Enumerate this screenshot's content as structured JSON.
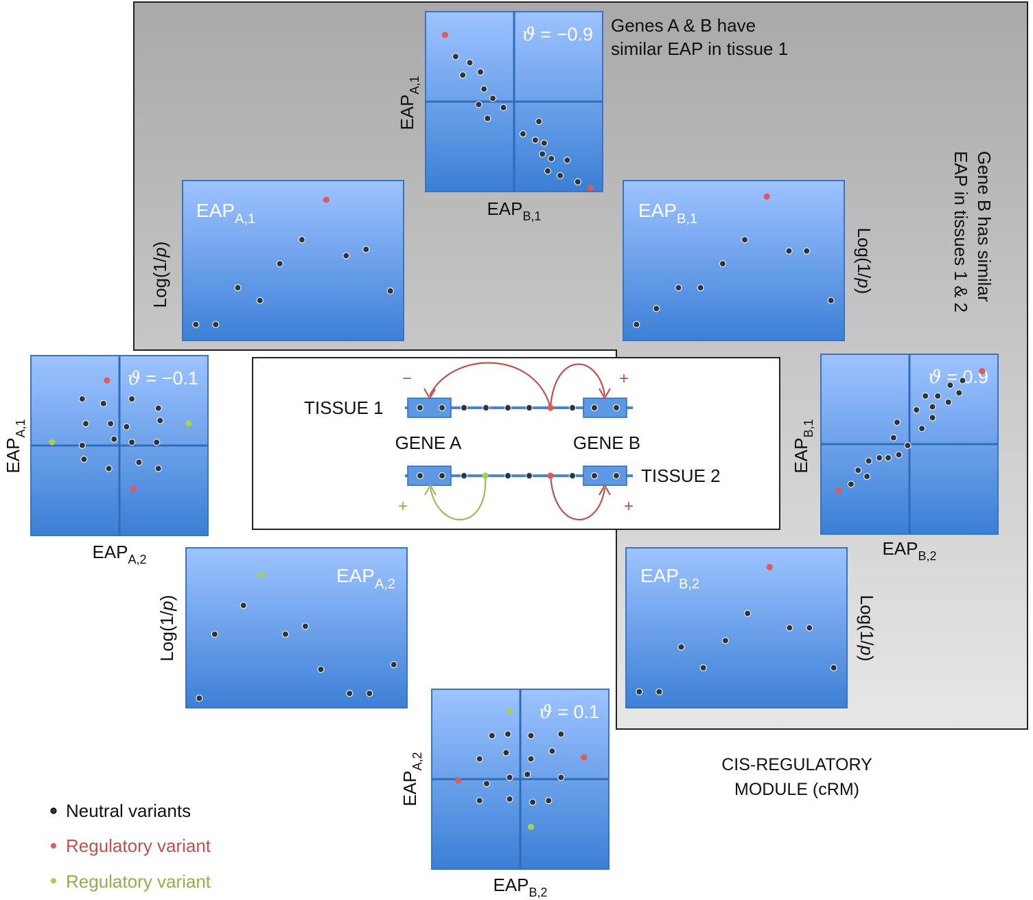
{
  "annotations": {
    "top_note_line1": "Genes A & B have",
    "top_note_line2": "similar EAP in tissue 1",
    "right_note_line1": "Gene B has similar",
    "right_note_line2": "EAP in tissues 1 & 2",
    "crm_line1": "CIS-REGULATORY",
    "crm_line2": "MODULE (cRM)"
  },
  "center_diagram": {
    "tissue1_label": "TISSUE 1",
    "tissue2_label": "TISSUE 2",
    "gene_a_label": "GENE A",
    "gene_b_label": "GENE B",
    "tissue1_left_sign": "−",
    "tissue1_right_sign": "+",
    "tissue2_left_sign": "+",
    "tissue2_right_sign": "+"
  },
  "legend": [
    {
      "label": "Neutral variants",
      "color": "#1a1a1a"
    },
    {
      "label": "Regulatory variant",
      "color": "#c0504d"
    },
    {
      "label": "Regulatory variant",
      "color": "#9bbb59"
    }
  ],
  "colors": {
    "neutral": "#333333",
    "regulatory_red": "#e05a5a",
    "regulatory_green": "#a6d052",
    "panel_top": "#9ec3ff",
    "panel_bottom": "#3a7fd5",
    "axis_line": "#2e6bb8",
    "red_text": "#c0504d",
    "green_text": "#8db04a"
  },
  "theta_prefix": "ϑ",
  "panels": {
    "top_scatter": {
      "theta": "= −0.9",
      "y_main": "EAP",
      "y_sub": "A,1",
      "x_main": "EAP",
      "x_sub": "B,1",
      "points": [
        [
          0.11,
          0.15,
          "r"
        ],
        [
          0.17,
          0.29,
          "n"
        ],
        [
          0.25,
          0.33,
          "n"
        ],
        [
          0.21,
          0.41,
          "n"
        ],
        [
          0.31,
          0.39,
          "n"
        ],
        [
          0.33,
          0.5,
          "n"
        ],
        [
          0.38,
          0.56,
          "n"
        ],
        [
          0.3,
          0.6,
          "n"
        ],
        [
          0.44,
          0.62,
          "n"
        ],
        [
          0.35,
          0.69,
          "n"
        ],
        [
          0.64,
          0.71,
          "n"
        ],
        [
          0.55,
          0.79,
          "n"
        ],
        [
          0.62,
          0.83,
          "n"
        ],
        [
          0.67,
          0.85,
          "n"
        ],
        [
          0.66,
          0.92,
          "n"
        ],
        [
          0.71,
          0.95,
          "n"
        ],
        [
          0.8,
          0.96,
          "n"
        ],
        [
          0.69,
          1.03,
          "n"
        ],
        [
          0.76,
          1.06,
          "n"
        ],
        [
          0.86,
          1.1,
          "n"
        ],
        [
          0.93,
          1.14,
          "r"
        ]
      ]
    },
    "left_scatter": {
      "theta": "= −0.1",
      "y_main": "EAP",
      "y_sub": "A,1",
      "x_main": "EAP",
      "x_sub": "A,2",
      "points": [
        [
          0.43,
          0.16,
          "r"
        ],
        [
          0.29,
          0.28,
          "n"
        ],
        [
          0.41,
          0.31,
          "n"
        ],
        [
          0.57,
          0.28,
          "n"
        ],
        [
          0.72,
          0.34,
          "n"
        ],
        [
          0.31,
          0.44,
          "n"
        ],
        [
          0.45,
          0.44,
          "n"
        ],
        [
          0.54,
          0.46,
          "n"
        ],
        [
          0.73,
          0.42,
          "n"
        ],
        [
          0.89,
          0.44,
          "g"
        ],
        [
          0.12,
          0.56,
          "g"
        ],
        [
          0.29,
          0.58,
          "n"
        ],
        [
          0.47,
          0.54,
          "n"
        ],
        [
          0.57,
          0.56,
          "n"
        ],
        [
          0.71,
          0.56,
          "n"
        ],
        [
          0.3,
          0.67,
          "n"
        ],
        [
          0.61,
          0.69,
          "n"
        ],
        [
          0.44,
          0.73,
          "n"
        ],
        [
          0.72,
          0.73,
          "n"
        ],
        [
          0.58,
          0.86,
          "r"
        ]
      ]
    },
    "right_scatter": {
      "theta": "= 0.9",
      "y_main": "EAP",
      "y_sub": "B,1",
      "x_main": "EAP",
      "x_sub": "B,2",
      "points": [
        [
          0.91,
          0.11,
          "r"
        ],
        [
          0.8,
          0.17,
          "n"
        ],
        [
          0.73,
          0.2,
          "n"
        ],
        [
          0.78,
          0.25,
          "n"
        ],
        [
          0.59,
          0.27,
          "n"
        ],
        [
          0.66,
          0.27,
          "n"
        ],
        [
          0.54,
          0.36,
          "n"
        ],
        [
          0.63,
          0.34,
          "n"
        ],
        [
          0.72,
          0.31,
          "n"
        ],
        [
          0.63,
          0.41,
          "n"
        ],
        [
          0.43,
          0.44,
          "n"
        ],
        [
          0.57,
          0.48,
          "n"
        ],
        [
          0.41,
          0.54,
          "n"
        ],
        [
          0.49,
          0.59,
          "n"
        ],
        [
          0.44,
          0.65,
          "n"
        ],
        [
          0.27,
          0.69,
          "n"
        ],
        [
          0.33,
          0.67,
          "n"
        ],
        [
          0.38,
          0.67,
          "n"
        ],
        [
          0.21,
          0.75,
          "n"
        ],
        [
          0.26,
          0.79,
          "n"
        ],
        [
          0.17,
          0.84,
          "n"
        ],
        [
          0.1,
          0.88,
          "r"
        ]
      ]
    },
    "bottom_scatter": {
      "theta": "= 0.1",
      "y_main": "EAP",
      "y_sub": "A,2",
      "x_main": "EAP",
      "x_sub": "B,2",
      "points": [
        [
          0.44,
          0.14,
          "g"
        ],
        [
          0.34,
          0.3,
          "n"
        ],
        [
          0.43,
          0.29,
          "n"
        ],
        [
          0.56,
          0.3,
          "n"
        ],
        [
          0.73,
          0.29,
          "n"
        ],
        [
          0.27,
          0.45,
          "n"
        ],
        [
          0.42,
          0.41,
          "n"
        ],
        [
          0.56,
          0.45,
          "n"
        ],
        [
          0.68,
          0.4,
          "n"
        ],
        [
          0.86,
          0.44,
          "r"
        ],
        [
          0.15,
          0.59,
          "r"
        ],
        [
          0.31,
          0.61,
          "n"
        ],
        [
          0.44,
          0.57,
          "n"
        ],
        [
          0.54,
          0.55,
          "n"
        ],
        [
          0.73,
          0.57,
          "n"
        ],
        [
          0.27,
          0.72,
          "n"
        ],
        [
          0.44,
          0.71,
          "n"
        ],
        [
          0.57,
          0.73,
          "n"
        ],
        [
          0.66,
          0.72,
          "n"
        ],
        [
          0.56,
          0.89,
          "g"
        ]
      ]
    },
    "manhattan_a1": {
      "title_main": "EAP",
      "title_sub": "A,1",
      "y_label": "Log(1/",
      "y_italic": "p",
      "y_close": ")",
      "points": [
        [
          0.06,
          0.9,
          "n"
        ],
        [
          0.15,
          0.9,
          "n"
        ],
        [
          0.25,
          0.67,
          "n"
        ],
        [
          0.35,
          0.75,
          "n"
        ],
        [
          0.44,
          0.52,
          "n"
        ],
        [
          0.54,
          0.37,
          "n"
        ],
        [
          0.65,
          0.12,
          "r"
        ],
        [
          0.74,
          0.47,
          "n"
        ],
        [
          0.83,
          0.43,
          "n"
        ],
        [
          0.94,
          0.69,
          "n"
        ]
      ]
    },
    "manhattan_b1": {
      "title_main": "EAP",
      "title_sub": "B,1",
      "y_label": "Log(1/",
      "y_italic": "p",
      "y_close": ")",
      "points": [
        [
          0.06,
          0.9,
          "n"
        ],
        [
          0.15,
          0.8,
          "n"
        ],
        [
          0.25,
          0.67,
          "n"
        ],
        [
          0.35,
          0.67,
          "n"
        ],
        [
          0.45,
          0.52,
          "n"
        ],
        [
          0.55,
          0.37,
          "n"
        ],
        [
          0.65,
          0.1,
          "r"
        ],
        [
          0.75,
          0.44,
          "n"
        ],
        [
          0.83,
          0.44,
          "n"
        ],
        [
          0.94,
          0.75,
          "n"
        ]
      ]
    },
    "manhattan_a2": {
      "title_main": "EAP",
      "title_sub": "A,2",
      "y_label": "Log(1/",
      "y_italic": "p",
      "y_close": ")",
      "points": [
        [
          0.06,
          0.94,
          "n"
        ],
        [
          0.13,
          0.54,
          "n"
        ],
        [
          0.26,
          0.36,
          "n"
        ],
        [
          0.34,
          0.17,
          "g"
        ],
        [
          0.45,
          0.54,
          "n"
        ],
        [
          0.54,
          0.49,
          "n"
        ],
        [
          0.61,
          0.76,
          "n"
        ],
        [
          0.74,
          0.91,
          "n"
        ],
        [
          0.83,
          0.91,
          "n"
        ],
        [
          0.94,
          0.73,
          "n"
        ]
      ]
    },
    "manhattan_b2": {
      "title_main": "EAP",
      "title_sub": "B,2",
      "y_label": "Log(1/",
      "y_italic": "p",
      "y_close": ")",
      "points": [
        [
          0.06,
          0.9,
          "n"
        ],
        [
          0.15,
          0.9,
          "n"
        ],
        [
          0.25,
          0.62,
          "n"
        ],
        [
          0.35,
          0.75,
          "n"
        ],
        [
          0.45,
          0.58,
          "n"
        ],
        [
          0.55,
          0.41,
          "n"
        ],
        [
          0.65,
          0.12,
          "r"
        ],
        [
          0.74,
          0.5,
          "n"
        ],
        [
          0.83,
          0.5,
          "n"
        ],
        [
          0.94,
          0.75,
          "n"
        ]
      ]
    }
  }
}
